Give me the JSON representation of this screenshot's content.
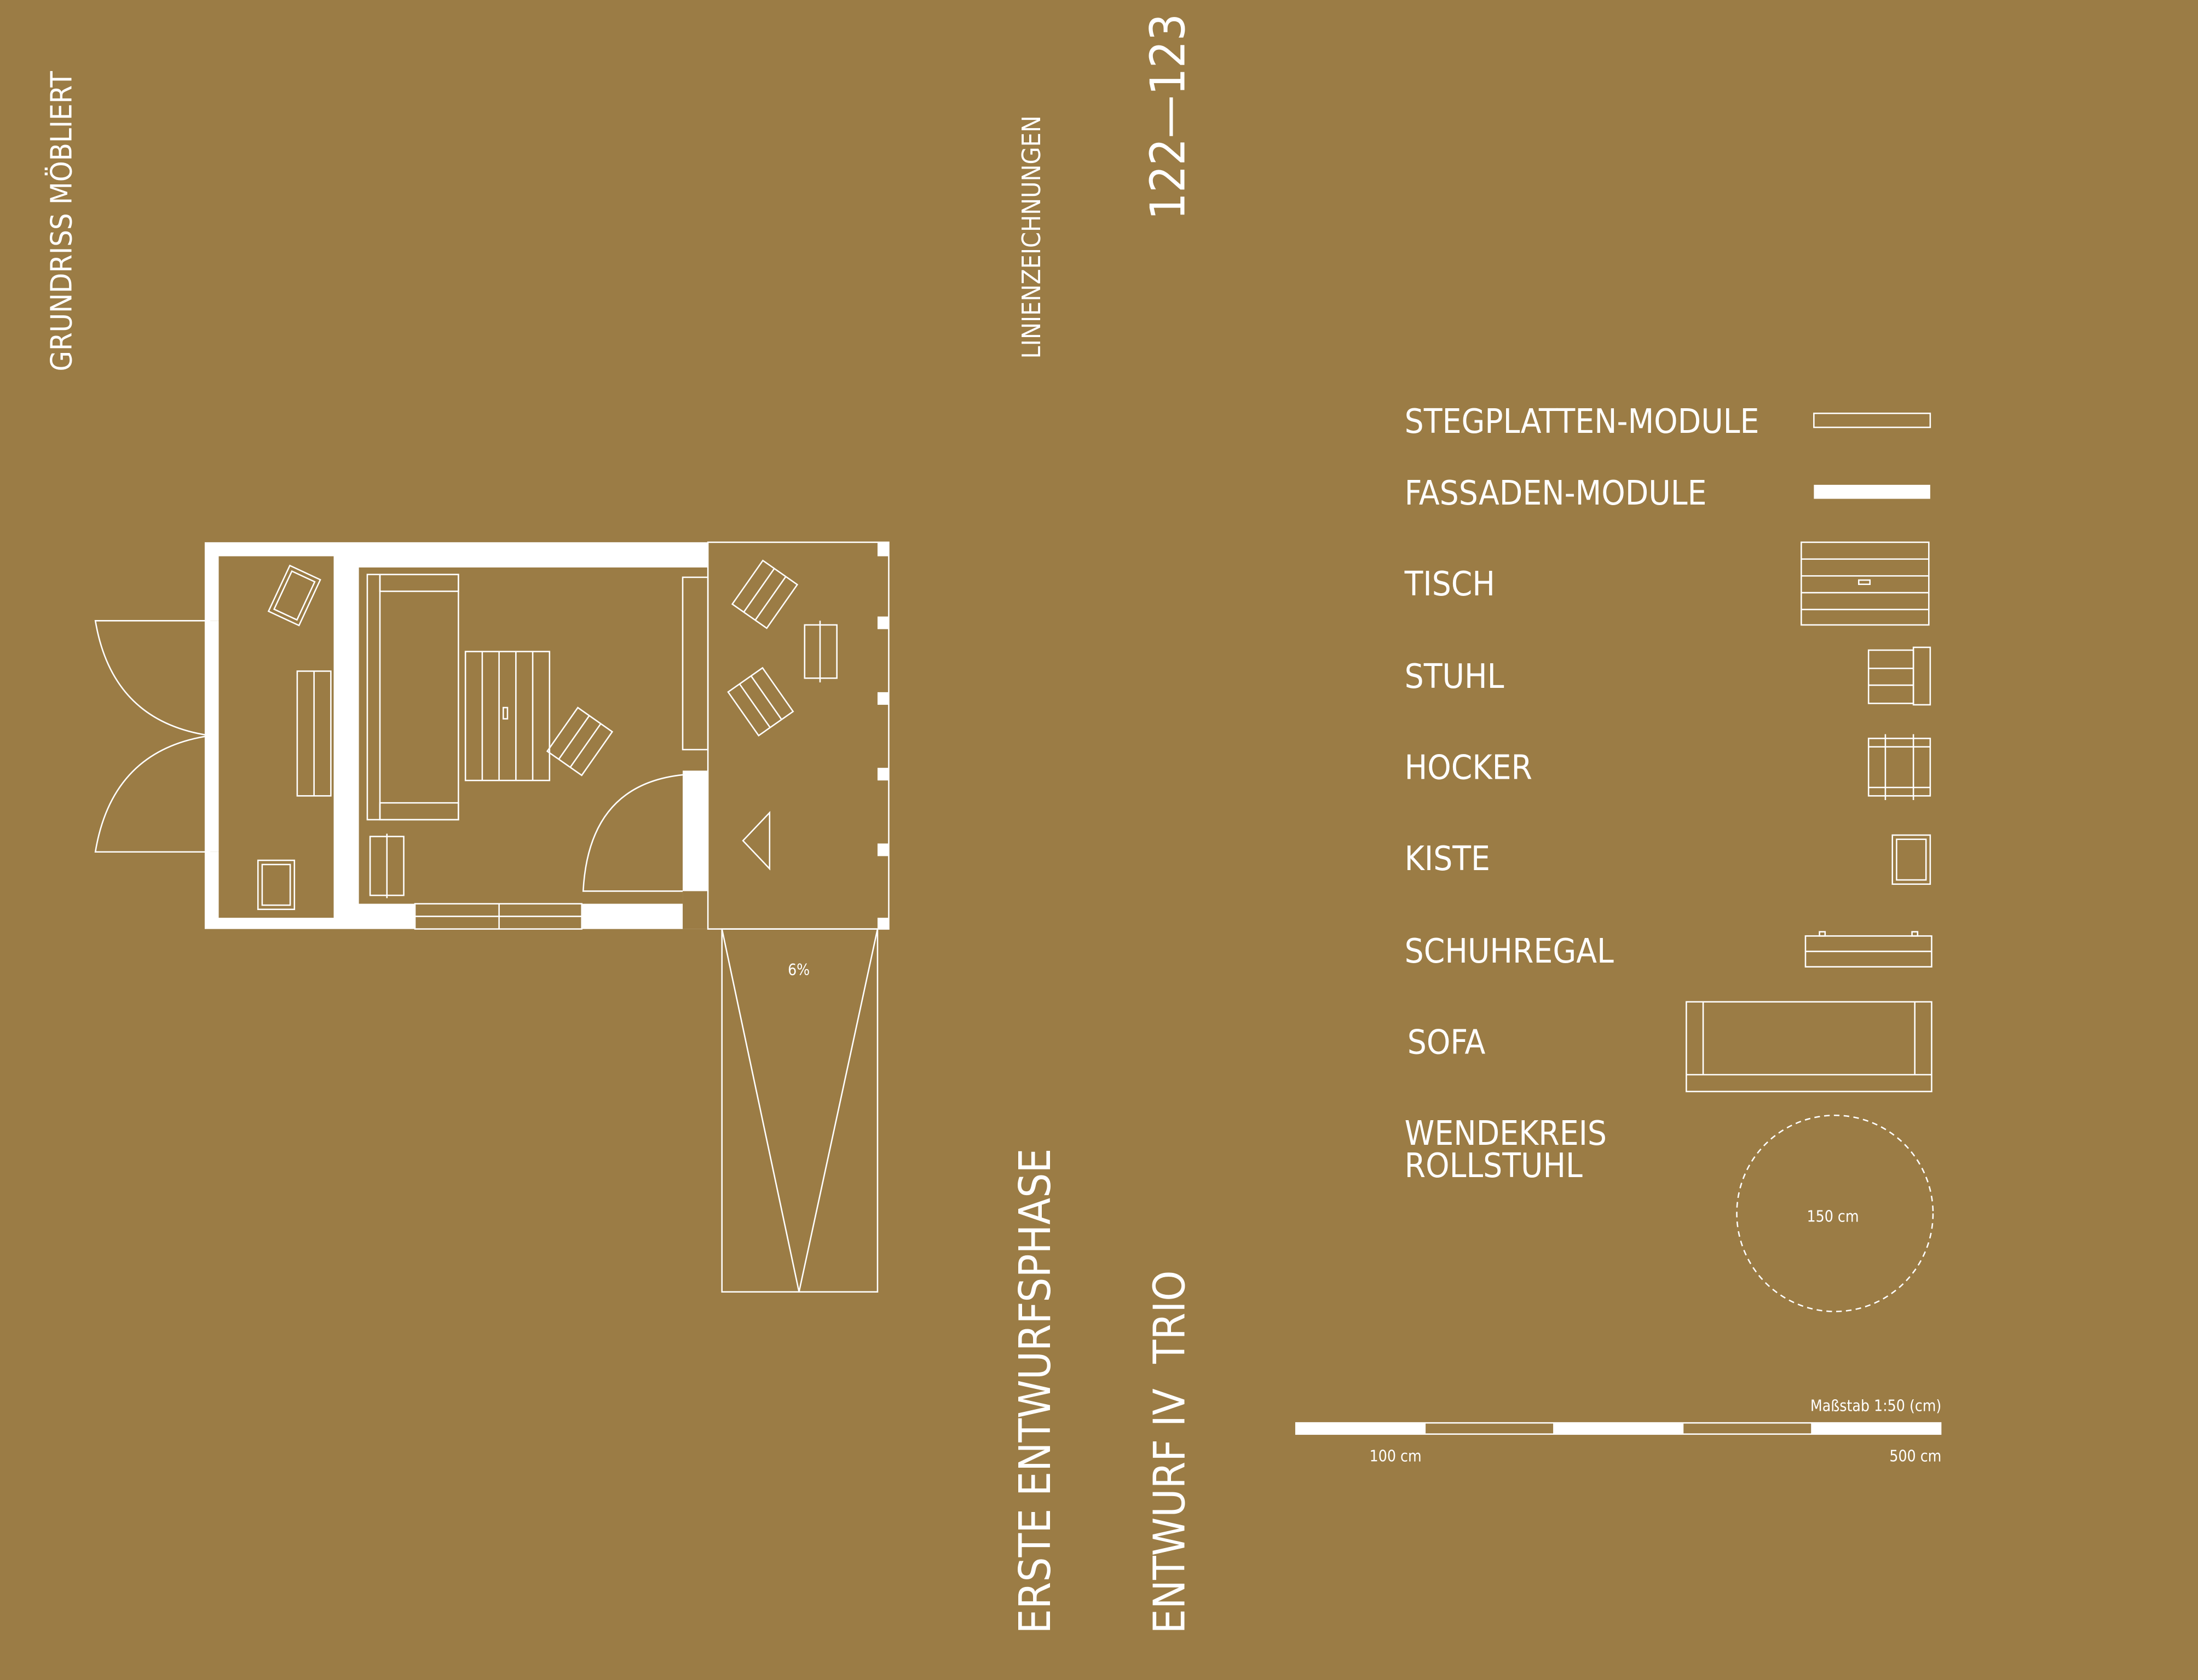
{
  "titles": {
    "plan_title": "GRUNDRISS MÖBLIERT",
    "category": "LINIENZEICHNUNGEN",
    "pages": "122—123",
    "phase": "ERSTE ENTWURFSPHASE",
    "design": "ENTWURF IV  TRIO"
  },
  "plan": {
    "ramp_slope": "6%"
  },
  "legend": {
    "items": [
      {
        "label": "STEGPLATTEN-MODULE",
        "icon": "stegplatten-module-symbol"
      },
      {
        "label": "FASSADEN-MODULE",
        "icon": "fassaden-module-symbol"
      },
      {
        "label": "TISCH",
        "icon": "table-symbol"
      },
      {
        "label": "STUHL",
        "icon": "chair-symbol"
      },
      {
        "label": "HOCKER",
        "icon": "stool-symbol"
      },
      {
        "label": "KISTE",
        "icon": "box-symbol"
      },
      {
        "label": "SCHUHREGAL",
        "icon": "shoe-rack-symbol"
      },
      {
        "label": "SOFA",
        "icon": "sofa-symbol"
      }
    ],
    "wheelchair": {
      "line1": "WENDEKREIS",
      "line2": "ROLLSTUHL",
      "diameter": "150 cm"
    }
  },
  "scale": {
    "title": "Maßstab 1:50 (cm)",
    "left_label": "100 cm",
    "right_label": "500 cm"
  },
  "colors": {
    "background": "#9b7c45",
    "lines": "#ffffff"
  }
}
